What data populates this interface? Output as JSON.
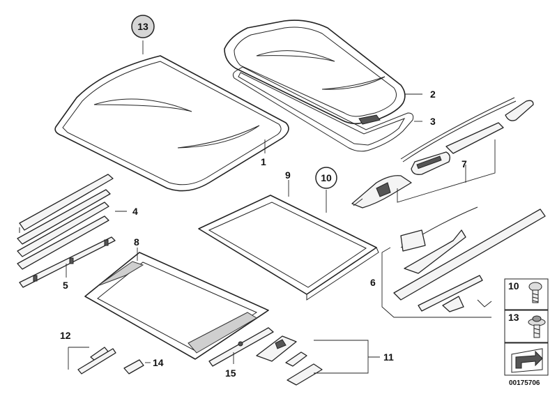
{
  "labels": {
    "p1": "1",
    "p2": "2",
    "p3": "3",
    "p4": "4",
    "p5": "5",
    "p6": "6",
    "p7": "7",
    "p8": "8",
    "p9": "9",
    "p10": "10",
    "p11": "11",
    "p12": "12",
    "p13": "13",
    "p14": "14",
    "p15": "15"
  },
  "legend": {
    "item_a": "10",
    "item_b": "13"
  },
  "diagram_code": "00175706"
}
